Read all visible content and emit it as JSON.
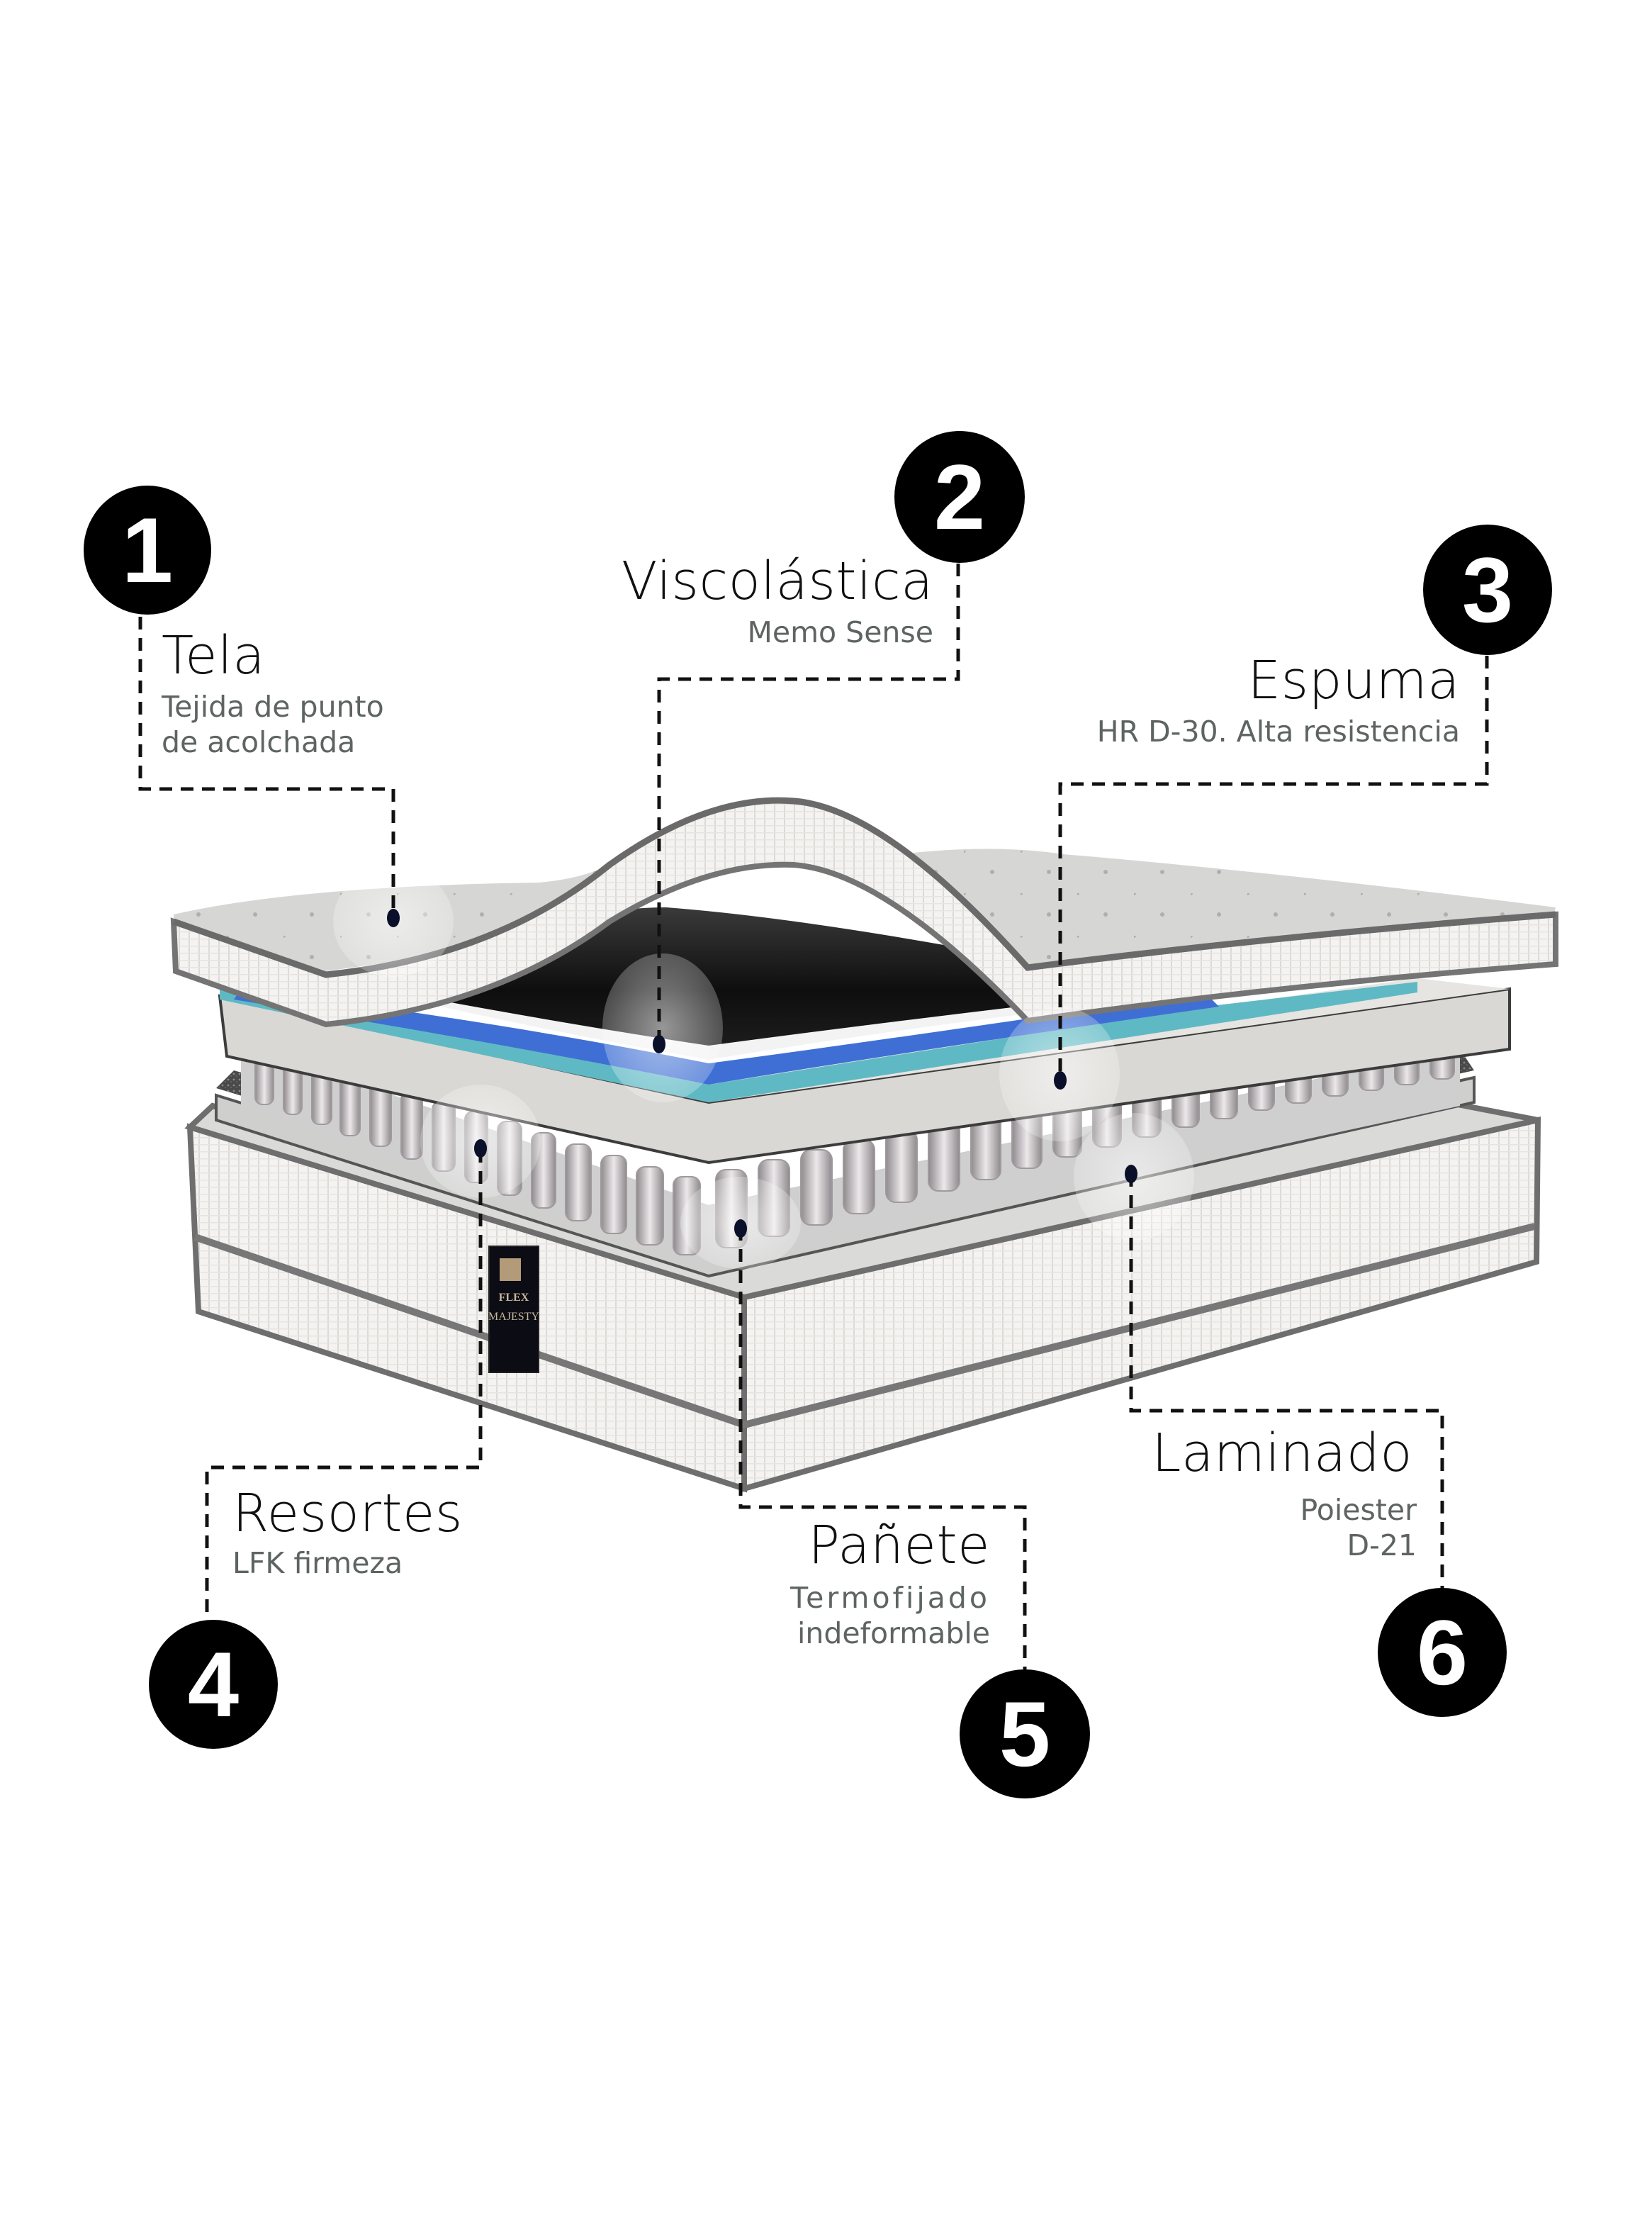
{
  "diagram": {
    "subject": "Mattress layer cross-section",
    "brand_tag": {
      "brand": "FLEX",
      "model": "MAJESTY"
    },
    "colors": {
      "background": "#ffffff",
      "badge": "#000000",
      "title_text": "#111111",
      "subtitle_text": "#5d6462",
      "memory_foam_blue": "#3f6fd4",
      "gel_teal": "#5fb9c4",
      "fabric_white": "#f3f2f0",
      "piping_gray": "#6e6e6e"
    },
    "layers": [
      {
        "number": "1",
        "title": "Tela",
        "subtitle_lines": [
          "Tejida de punto",
          "de acolchada"
        ]
      },
      {
        "number": "2",
        "title": "Viscolástica",
        "subtitle_lines": [
          "Memo Sense"
        ]
      },
      {
        "number": "3",
        "title": "Espuma",
        "subtitle_lines": [
          "HR D-30. Alta resistencia"
        ]
      },
      {
        "number": "4",
        "title": "Resortes",
        "subtitle_lines": [
          "LFK firmeza"
        ]
      },
      {
        "number": "5",
        "title": "Pañete",
        "subtitle_lines": [
          "Termofijado",
          "indeformable"
        ]
      },
      {
        "number": "6",
        "title": "Laminado",
        "subtitle_lines": [
          "Poiester",
          "D-21"
        ]
      }
    ]
  }
}
